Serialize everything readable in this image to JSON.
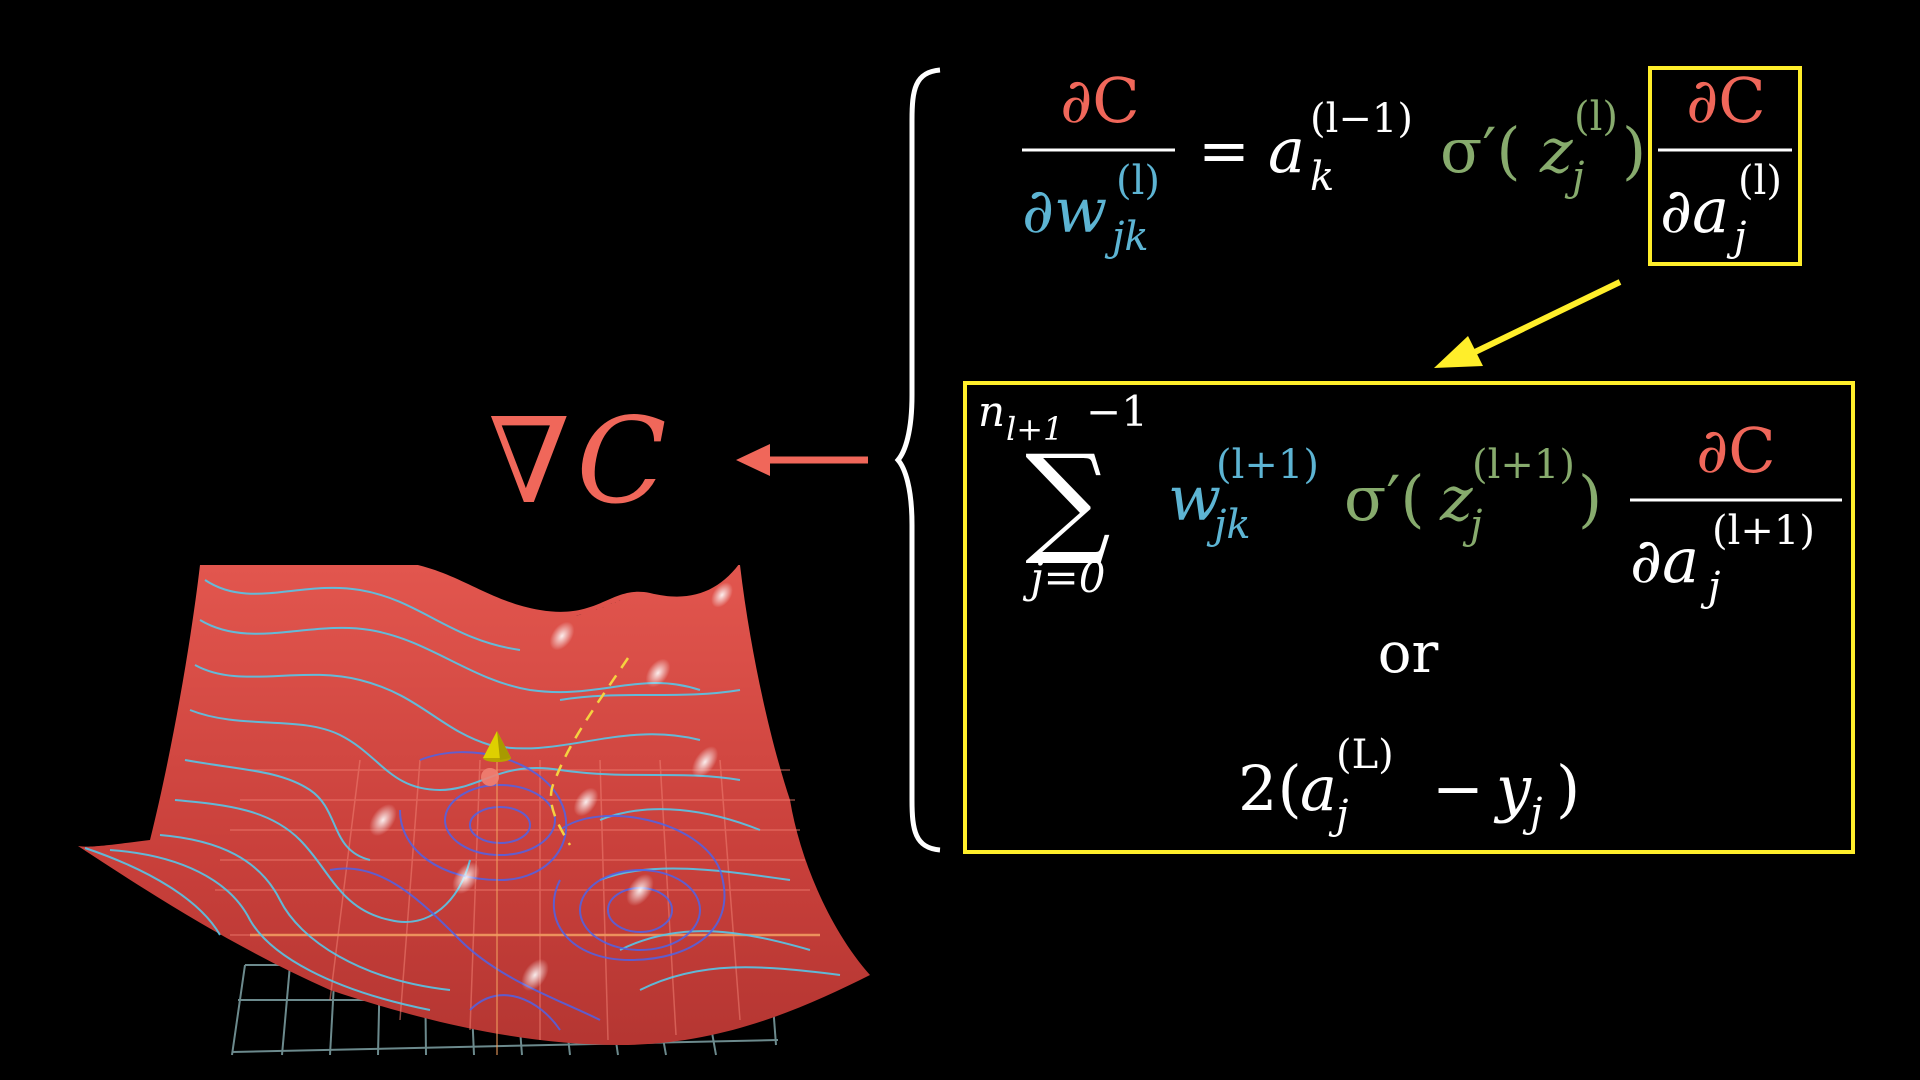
{
  "colors": {
    "background": "#000000",
    "cost": "#F0675A",
    "weight": "#5DB4D3",
    "sigma": "#87AB6D",
    "highlight": "#FFEE2A",
    "text": "#FFFFFF",
    "surface": "#D94B44",
    "contour": "#58C6E8"
  },
  "gradient": {
    "nabla": "∇",
    "C": "C"
  },
  "equation1": {
    "lhs_num": "∂C",
    "lhs_den_d": "∂",
    "lhs_den_w": "w",
    "lhs_den_sup": "(l)",
    "lhs_den_sub": "jk",
    "equals": "=",
    "a": "a",
    "a_sup": "(l−1)",
    "a_sub": "k",
    "sigma": "σ′(",
    "z": "z",
    "z_sup": "(l)",
    "z_sub": "j",
    "close_paren": ")",
    "rhs_num": "∂C",
    "rhs_den_d": "∂",
    "rhs_den_a": "a",
    "rhs_den_sup": "(l)",
    "rhs_den_sub": "j"
  },
  "equation2": {
    "sum_upper": "n",
    "sum_upper_sub": "l+1",
    "sum_upper_tail": "−1",
    "sum_symbol": "∑",
    "sum_lower": "j=0",
    "w": "w",
    "w_sup": "(l+1)",
    "w_sub": "jk",
    "sigma": "σ′(",
    "z": "z",
    "z_sup": "(l+1)",
    "z_sub": "j",
    "close_paren": ")",
    "num": "∂C",
    "den_d": "∂",
    "den_a": "a",
    "den_sup": "(l+1)",
    "den_sub": "j",
    "or": "or",
    "base_two": "2(",
    "base_a": "a",
    "base_a_sup": "(L)",
    "base_a_sub": "j",
    "base_minus": "−",
    "base_y": "y",
    "base_y_sub": "j",
    "base_close": ")"
  }
}
